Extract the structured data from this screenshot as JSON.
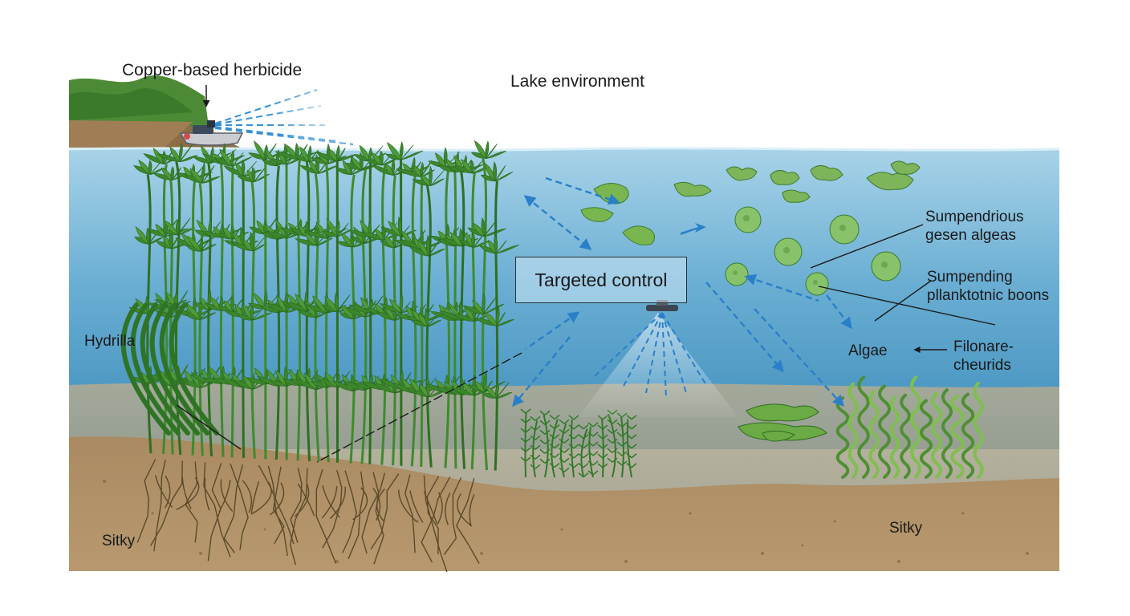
{
  "labels": {
    "herbicide": "Copper-based herbicide",
    "environment": "Lake environment",
    "control": "Targeted control",
    "hydrilla": "Hydrilla",
    "silt_left": "Sitky",
    "silt_right": "Sitky",
    "suspended_green": [
      "Sumpendrious",
      "gesen algeas"
    ],
    "suspended_plankton": [
      "Sumpending",
      "pllanktotnic boons"
    ],
    "algae": "Algae",
    "filamentous": [
      "Filonare-",
      "cheurids"
    ]
  },
  "colors": {
    "water_top": "#9dcbe2",
    "water_deep": "#3f8fbd",
    "sediment": "#a88a63",
    "plant_green": "#3f8a2e",
    "arrow_blue": "#2a7fc9"
  }
}
